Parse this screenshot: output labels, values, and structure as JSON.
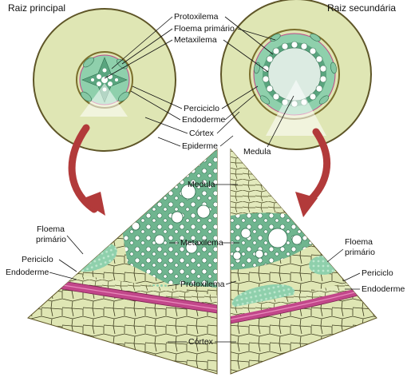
{
  "titles": {
    "left": "Raiz principal",
    "right": "Raiz secundária"
  },
  "labels": {
    "protoxilema": "Protoxilema",
    "floema_primario": "Floema primário",
    "metaxilema": "Metaxilema",
    "periciclo_top": "Perciciclo",
    "endoderme_top": "Endoderme",
    "cortex_top": "Córtex",
    "epiderme": "Epiderme",
    "medula_top": "Medula",
    "medula_mid": "Medula",
    "metaxilema_mid": "Metaxilema",
    "protoxilema_mid": "Protoxilema",
    "cortex_mid": "Córtex",
    "floema_left_1": "Floema",
    "floema_left_2": "primário",
    "periciclo_left": "Periciclo",
    "endoderme_left": "Endoderme",
    "floema_right_1": "Floema",
    "floema_right_2": "primário",
    "periciclo_right": "Periciclo",
    "endoderme_right": "Endoderme"
  },
  "colors": {
    "cortex": "#dfe6b4",
    "cortex_cell_line": "#3b3a1c",
    "epidermis_ring": "#5e5527",
    "xylem_green": "#6fb58f",
    "phloem_green": "#86c8a4",
    "endodermis": "#c2478a",
    "arrow": "#b23a3a",
    "pith": "#e8efe9"
  }
}
